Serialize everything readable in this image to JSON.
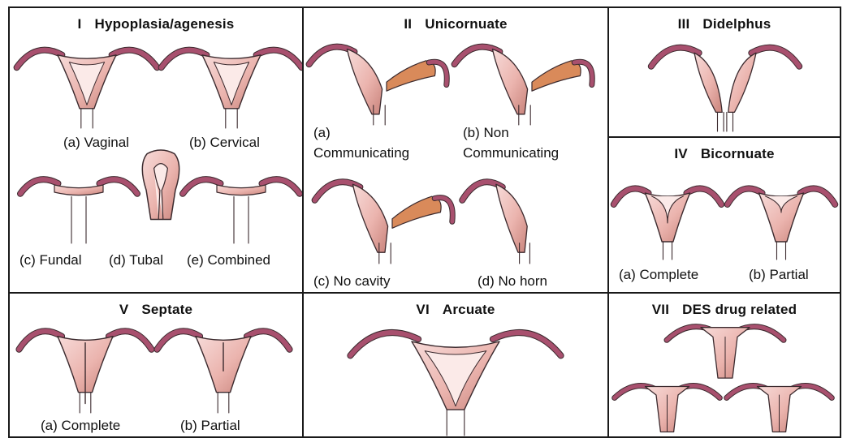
{
  "colors": {
    "outline": "#3b2a2e",
    "tube": "#a8506e",
    "tissue_light": "#f7dbd9",
    "tissue_mid": "#ebb4ae",
    "tissue_dark": "#c9837b",
    "horn_orange": "#d98a5a",
    "border": "#1a1a1a"
  },
  "panels": {
    "p1": {
      "numeral": "I",
      "title": "Hypoplasia/agenesis",
      "captions": [
        "(a) Vaginal",
        "(b) Cervical",
        "(c) Fundal",
        "(d) Tubal",
        "(e) Combined"
      ]
    },
    "p2": {
      "numeral": "II",
      "title": "Unicornuate",
      "captions": [
        "(a)",
        "Communicating",
        "(b) Non",
        "Communicating",
        "(c) No cavity",
        "(d) No horn"
      ]
    },
    "p3": {
      "numeral": "III",
      "title": "Didelphus",
      "captions": []
    },
    "p4": {
      "numeral": "IV",
      "title": "Bicornuate",
      "captions": [
        "(a) Complete",
        "(b) Partial"
      ]
    },
    "p5": {
      "numeral": "V",
      "title": "Septate",
      "captions": [
        "(a) Complete",
        "(b) Partial"
      ]
    },
    "p6": {
      "numeral": "VI",
      "title": "Arcuate",
      "captions": []
    },
    "p7": {
      "numeral": "VII",
      "title": "DES drug related",
      "captions": []
    }
  }
}
